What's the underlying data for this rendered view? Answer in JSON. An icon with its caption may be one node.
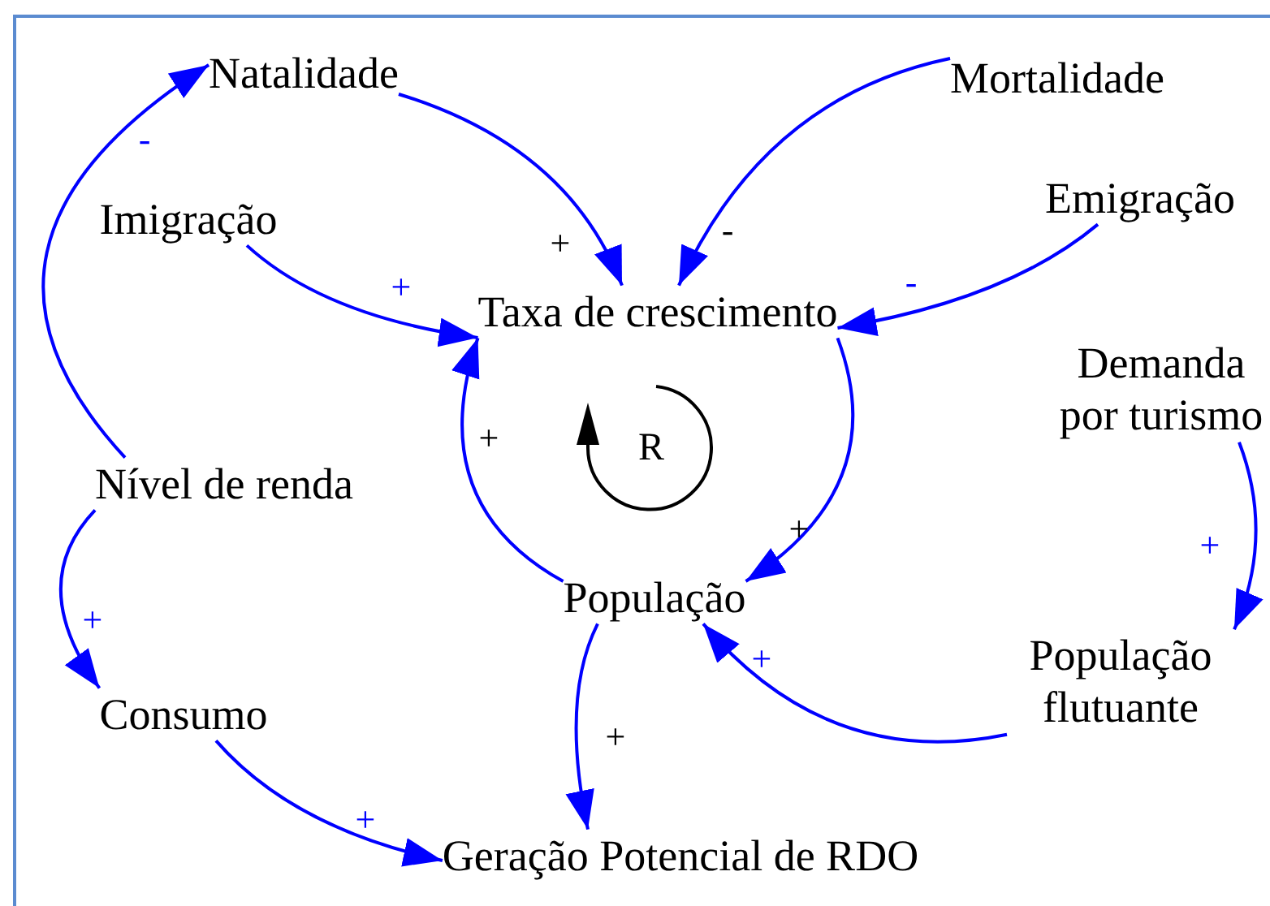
{
  "diagram": {
    "nodes": [
      {
        "text": [
          "Natalidade"
        ]
      },
      {
        "text": [
          "Mortalidade"
        ]
      },
      {
        "text": [
          "Imigração"
        ]
      },
      {
        "text": [
          "Emigração"
        ]
      },
      {
        "text": [
          "Taxa de crescimento"
        ]
      },
      {
        "text": [
          "Demanda por turismo"
        ]
      },
      {
        "text": [
          "Nível de renda"
        ]
      },
      {
        "text": [
          "População"
        ]
      },
      {
        "text": [
          "Consumo"
        ]
      },
      {
        "text": [
          "População flutuante"
        ]
      },
      {
        "text": [
          "Geração Potencial de RDO"
        ]
      }
    ],
    "edges": [
      {
        "from": 0,
        "to": 4,
        "arrow": "to",
        "label": "+"
      },
      {
        "from": 1,
        "to": 4,
        "arrow": "to",
        "label": "-"
      },
      {
        "from": 2,
        "to": 4,
        "arrow": "to",
        "label": "+"
      },
      {
        "from": 3,
        "to": 4,
        "arrow": "to",
        "label": "-"
      },
      {
        "from": 4,
        "to": 7,
        "arrow": "to",
        "label": "+"
      },
      {
        "from": 7,
        "to": 4,
        "arrow": "to",
        "label": "+"
      },
      {
        "from": 6,
        "to": 0,
        "arrow": "to",
        "label": "-"
      },
      {
        "from": 6,
        "to": 8,
        "arrow": "to",
        "label": "+"
      },
      {
        "from": 8,
        "to": 10,
        "arrow": "to",
        "label": "+"
      },
      {
        "from": 7,
        "to": 10,
        "arrow": "to",
        "label": "+"
      },
      {
        "from": 5,
        "to": 9,
        "arrow": "to",
        "label": "+"
      },
      {
        "from": 9,
        "to": 7,
        "arrow": "to",
        "label": "+"
      }
    ],
    "labels": [
      "R"
    ]
  }
}
